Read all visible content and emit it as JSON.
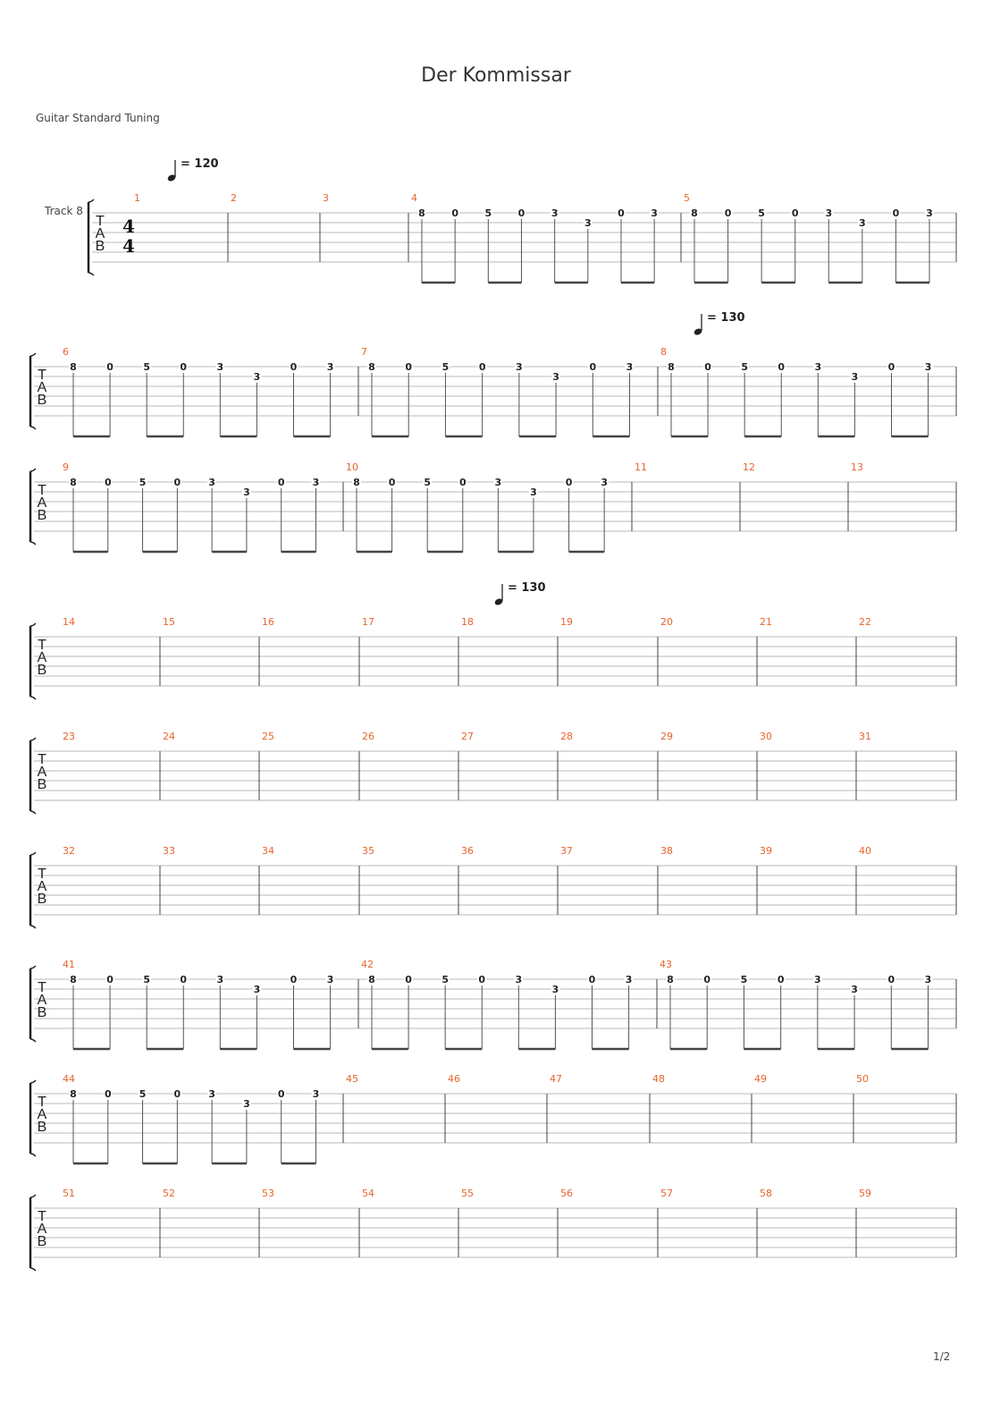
{
  "title": "Der Kommissar",
  "subtitle": "Guitar Standard Tuning",
  "track_label": "Track 8",
  "time_signature": {
    "top": "4",
    "bottom": "4"
  },
  "page_indicator": "1/2",
  "tempo_markings": [
    {
      "bpm_label": "= 120",
      "at_measure": 1
    },
    {
      "bpm_label": "= 130",
      "at_measure": 8
    },
    {
      "bpm_label": "= 130",
      "at_measure": 18
    }
  ],
  "riff": [
    {
      "fret": "8",
      "string": 1
    },
    {
      "fret": "0",
      "string": 1
    },
    {
      "fret": "5",
      "string": 1
    },
    {
      "fret": "0",
      "string": 1
    },
    {
      "fret": "3",
      "string": 1
    },
    {
      "fret": "3",
      "string": 2
    },
    {
      "fret": "0",
      "string": 1
    },
    {
      "fret": "3",
      "string": 1
    }
  ],
  "systems": [
    {
      "measures": [
        "1",
        "2",
        "3",
        "4",
        "5"
      ],
      "riff_measures": [
        "4",
        "5"
      ],
      "has_time_signature": true,
      "has_track_label": true
    },
    {
      "measures": [
        "6",
        "7",
        "8"
      ],
      "riff_measures": [
        "6",
        "7",
        "8"
      ]
    },
    {
      "measures": [
        "9",
        "10",
        "11",
        "12",
        "13"
      ],
      "riff_measures": [
        "9",
        "10"
      ]
    },
    {
      "measures": [
        "14",
        "15",
        "16",
        "17",
        "18",
        "19",
        "20",
        "21",
        "22"
      ],
      "riff_measures": []
    },
    {
      "measures": [
        "23",
        "24",
        "25",
        "26",
        "27",
        "28",
        "29",
        "30",
        "31"
      ],
      "riff_measures": []
    },
    {
      "measures": [
        "32",
        "33",
        "34",
        "35",
        "36",
        "37",
        "38",
        "39",
        "40"
      ],
      "riff_measures": []
    },
    {
      "measures": [
        "41",
        "42",
        "43"
      ],
      "riff_measures": [
        "41",
        "42",
        "43"
      ]
    },
    {
      "measures": [
        "44",
        "45",
        "46",
        "47",
        "48",
        "49",
        "50"
      ],
      "riff_measures": [
        "44"
      ]
    },
    {
      "measures": [
        "51",
        "52",
        "53",
        "54",
        "55",
        "56",
        "57",
        "58",
        "59"
      ],
      "riff_measures": []
    }
  ]
}
